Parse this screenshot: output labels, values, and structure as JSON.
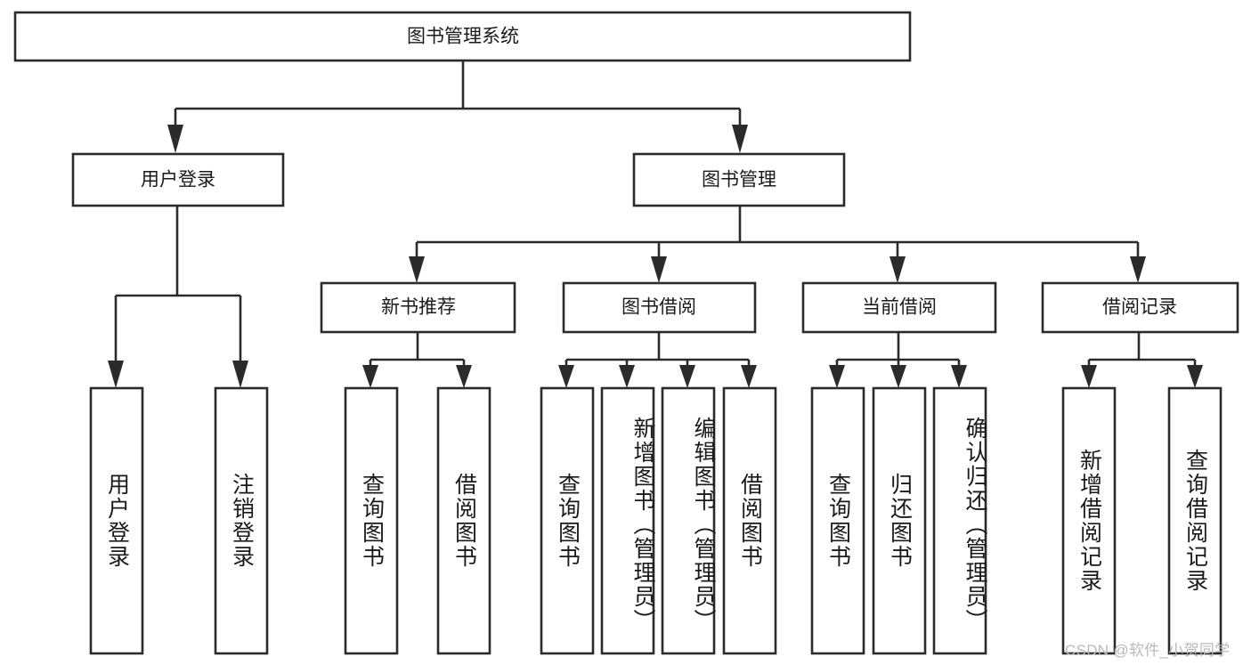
{
  "diagram": {
    "kind": "hierarchy-tree",
    "title": "图书管理系统",
    "watermark": "CSDN @软件_小贺同学",
    "colors": {
      "stroke": "#2b2b2b",
      "fill": "#ffffff",
      "text": "#1a1a1a",
      "watermark": "#b9b9b9",
      "background": "#ffffff"
    },
    "levels": {
      "level1": [
        {
          "id": "root",
          "label": "图书管理系统"
        }
      ],
      "level2": [
        {
          "id": "user-login",
          "label": "用户登录"
        },
        {
          "id": "book-manage",
          "label": "图书管理"
        }
      ],
      "level3": [
        {
          "id": "new-book-rec",
          "label": "新书推荐"
        },
        {
          "id": "book-borrow",
          "label": "图书借阅"
        },
        {
          "id": "current-borrow",
          "label": "当前借阅"
        },
        {
          "id": "borrow-record",
          "label": "借阅记录"
        }
      ],
      "level4": [
        {
          "id": "leaf-user-login",
          "label": "用户登录",
          "parent": "user-login",
          "align": "center"
        },
        {
          "id": "leaf-logout",
          "label": "注销登录",
          "parent": "user-login",
          "align": "center"
        },
        {
          "id": "leaf-query-book-1",
          "label": "查询图书",
          "parent": "new-book-rec",
          "align": "center"
        },
        {
          "id": "leaf-borrow-book-1",
          "label": "借阅图书",
          "parent": "new-book-rec",
          "align": "center"
        },
        {
          "id": "leaf-query-book-2",
          "label": "查询图书",
          "parent": "book-borrow",
          "align": "center"
        },
        {
          "id": "leaf-add-book",
          "label": "新增图书（管理员）",
          "parent": "book-borrow",
          "align": "top"
        },
        {
          "id": "leaf-edit-book",
          "label": "编辑图书（管理员）",
          "parent": "book-borrow",
          "align": "top"
        },
        {
          "id": "leaf-borrow-book-2",
          "label": "借阅图书",
          "parent": "book-borrow",
          "align": "center"
        },
        {
          "id": "leaf-query-book-3",
          "label": "查询图书",
          "parent": "current-borrow",
          "align": "center"
        },
        {
          "id": "leaf-return-book",
          "label": "归还图书",
          "parent": "current-borrow",
          "align": "center"
        },
        {
          "id": "leaf-confirm-return",
          "label": "确认归还（管理员）",
          "parent": "current-borrow",
          "align": "top"
        },
        {
          "id": "leaf-add-record",
          "label": "新增借阅记录",
          "parent": "borrow-record",
          "align": "center"
        },
        {
          "id": "leaf-query-record",
          "label": "查询借阅记录",
          "parent": "borrow-record",
          "align": "center"
        }
      ]
    }
  }
}
